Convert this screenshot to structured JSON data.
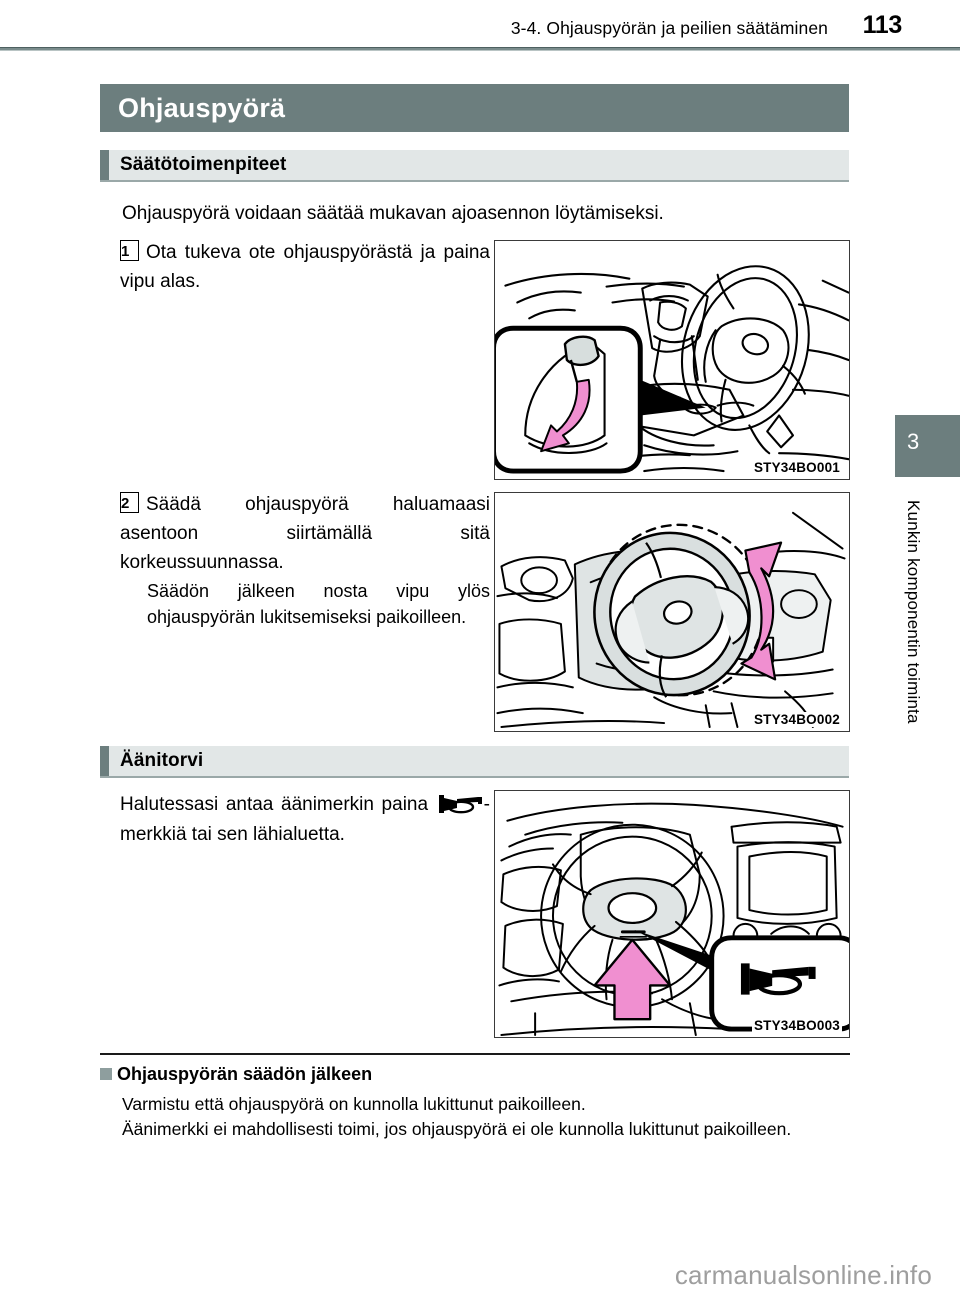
{
  "running_head": {
    "title": "3-4. Ohjauspyörän ja peilien säätäminen",
    "page_number": "113"
  },
  "section": {
    "title": "Ohjauspyörä"
  },
  "subsections": [
    {
      "title": "Säätötoimenpiteet"
    },
    {
      "title": "Äänitorvi"
    }
  ],
  "intro": "Ohjauspyörä voidaan säätää mukavan ajoasennon löytämiseksi.",
  "steps": [
    {
      "number": "1",
      "text": "Ota tukeva ote ohjauspyörästä ja paina vipu alas."
    },
    {
      "number": "2",
      "text": "Säädä ohjauspyörä haluamaasi asentoon siirtämällä sitä korkeussuunnassa.",
      "note": "Säädön jälkeen nosta vipu ylös ohjauspyörän lukitsemiseksi paikoilleen."
    }
  ],
  "horn_paragraph": {
    "before": "Halutessasi antaa äänimerkin paina",
    "icon": "horn-icon",
    "after": "-merkkiä tai sen lähialuetta."
  },
  "figures": [
    {
      "code": "STY34BO001",
      "name": "tilt-lever-illustration"
    },
    {
      "code": "STY34BO002",
      "name": "steering-wheel-tilt-illustration"
    },
    {
      "code": "STY34BO003",
      "name": "horn-button-illustration"
    }
  ],
  "note": {
    "title": "Ohjauspyörän säädön jälkeen",
    "lines": [
      "Varmistu että ohjauspyörä on kunnolla lukittunut paikoilleen.",
      "Äänimerkki ei mahdollisesti toimi, jos ohjauspyörä ei ole kunnolla lukittunut paikoilleen."
    ]
  },
  "chapter_tab": {
    "number": "3",
    "label": "Kunkin komponentin toiminta"
  },
  "watermark": "carmanualsonline.info",
  "colors": {
    "section_bar": "#6c7e7e",
    "subhead_bg": "#e2e7e7",
    "accent_arrow": "#f08fd0",
    "rule": "#7a8c8c"
  }
}
